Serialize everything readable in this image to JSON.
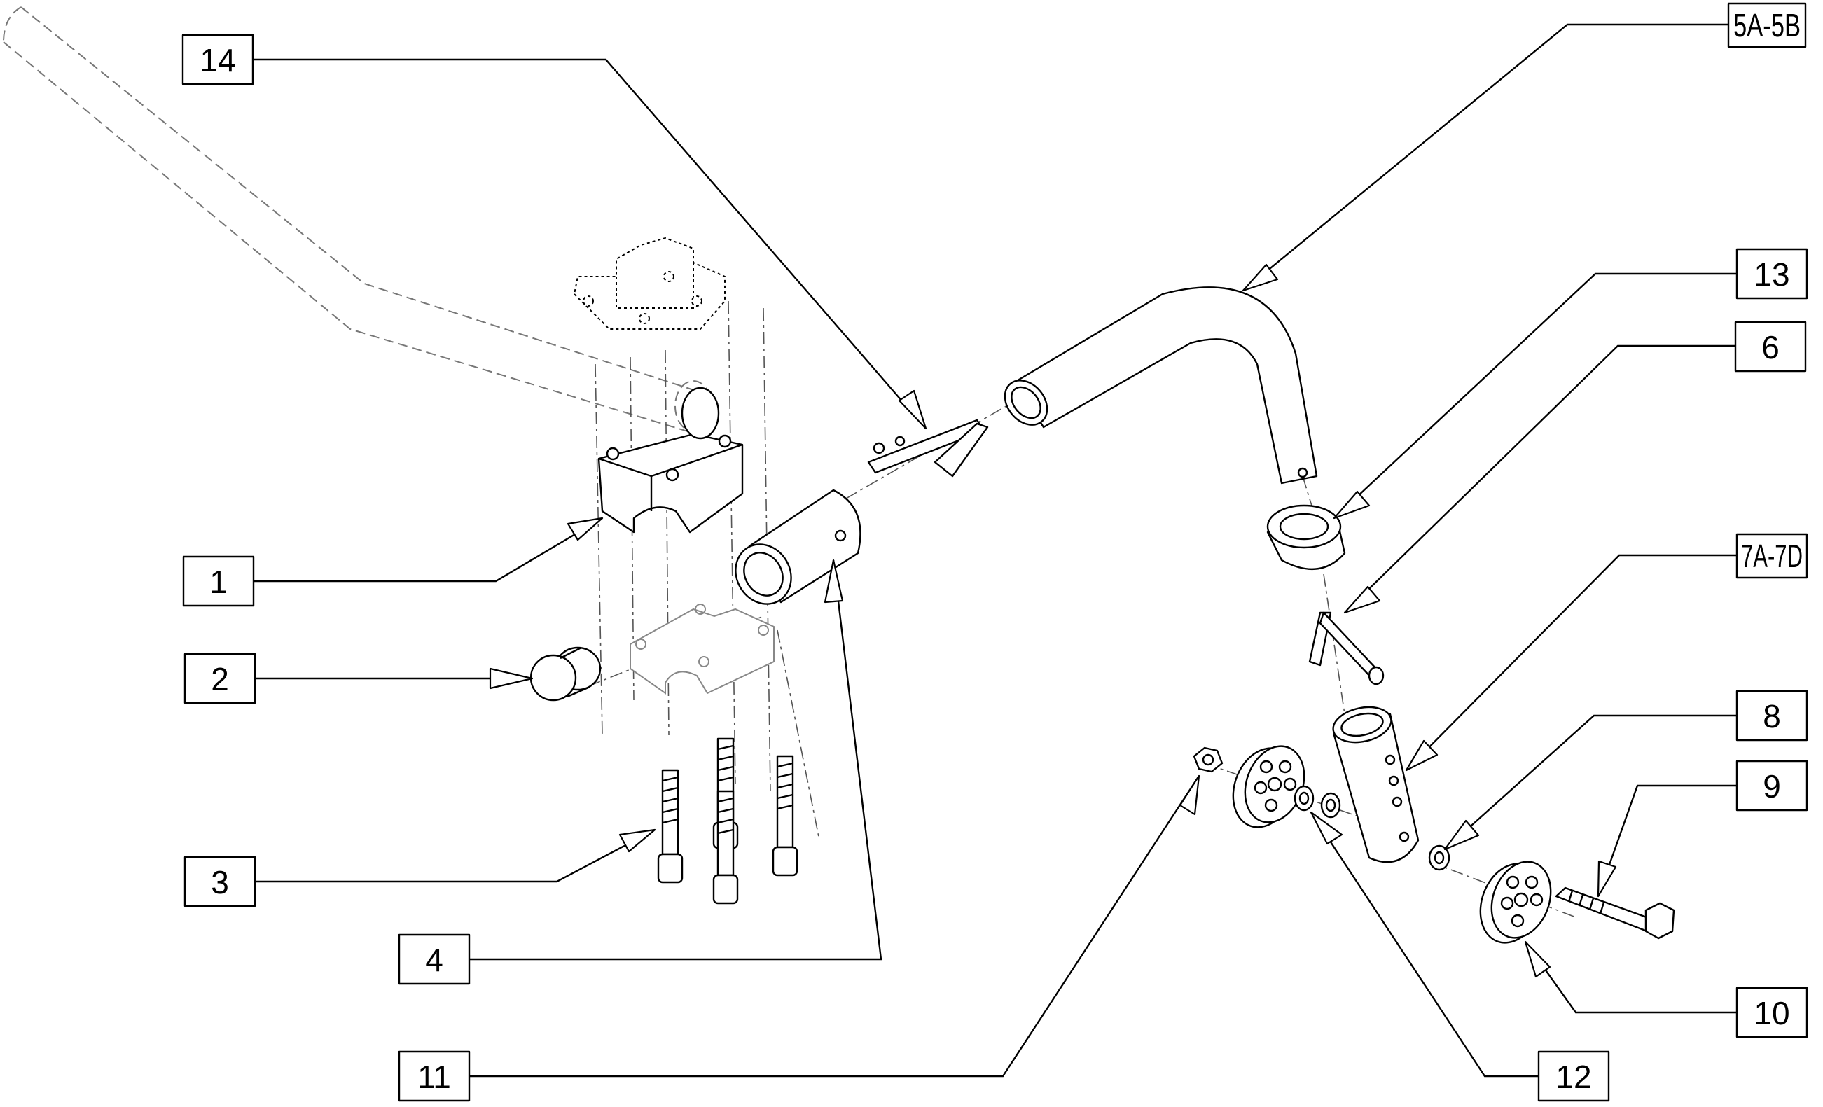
{
  "callouts": [
    {
      "id": "1",
      "text": "1"
    },
    {
      "id": "2",
      "text": "2"
    },
    {
      "id": "3",
      "text": "3"
    },
    {
      "id": "4",
      "text": "4"
    },
    {
      "id": "5",
      "text": "5A-5B"
    },
    {
      "id": "6",
      "text": "6"
    },
    {
      "id": "7",
      "text": "7A-7D"
    },
    {
      "id": "8",
      "text": "8"
    },
    {
      "id": "9",
      "text": "9"
    },
    {
      "id": "10",
      "text": "10"
    },
    {
      "id": "11",
      "text": "11"
    },
    {
      "id": "12",
      "text": "12"
    },
    {
      "id": "13",
      "text": "13"
    },
    {
      "id": "14",
      "text": "14"
    }
  ]
}
